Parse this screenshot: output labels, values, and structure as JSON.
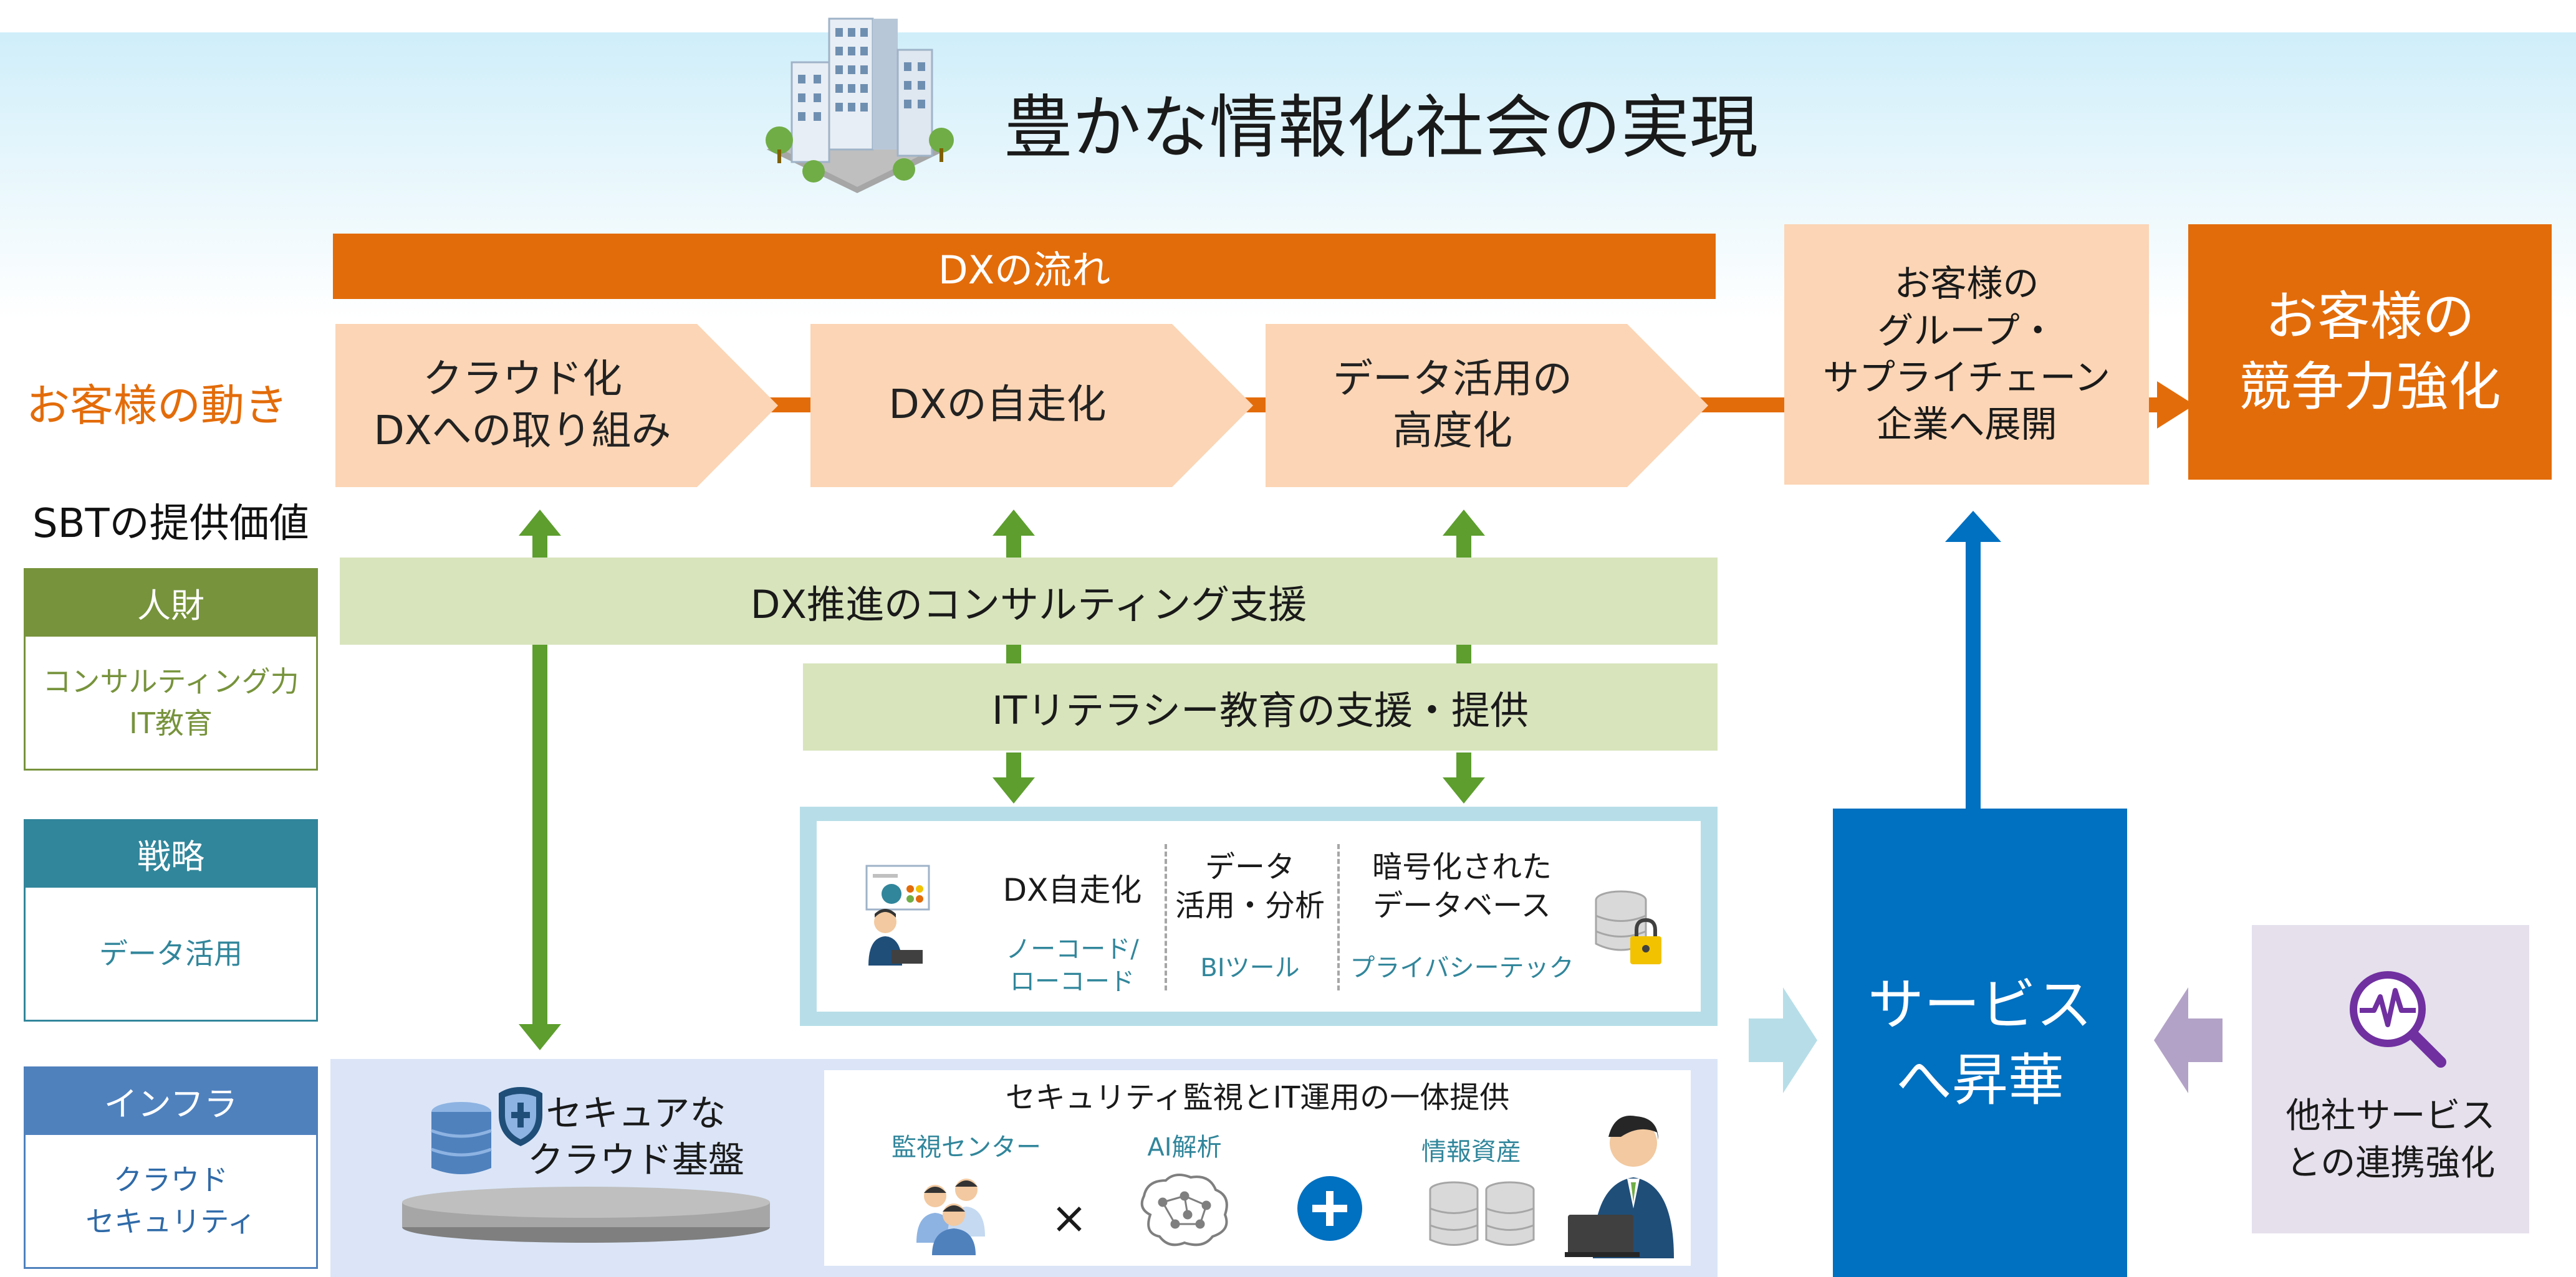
{
  "header": {
    "title": "豊かな情報化社会の実現"
  },
  "flow": {
    "bar_label": "DXの流れ",
    "customer_label": "お客様の動き",
    "steps": [
      {
        "line1": "クラウド化",
        "line2": "DXへの取り組み"
      },
      {
        "line1": "DXの自走化",
        "line2": ""
      },
      {
        "line1": "データ活用の",
        "line2": "高度化"
      }
    ],
    "group": {
      "line1": "お客様の",
      "line2": "グループ・",
      "line3": "サプライチェーン",
      "line4": "企業へ展開"
    },
    "result": {
      "line1": "お客様の",
      "line2": "競争力強化"
    }
  },
  "sbt": {
    "heading": "SBTの提供価値",
    "categories": [
      {
        "name": "人財",
        "line1": "コンサルティング力",
        "line2": "IT教育"
      },
      {
        "name": "戦略",
        "line1": "データ活用",
        "line2": ""
      },
      {
        "name": "インフラ",
        "line1": "クラウド",
        "line2": "セキュリティ"
      }
    ]
  },
  "support": {
    "consulting": "DX推進のコンサルティング支援",
    "literacy": "ITリテラシー教育の支援・提供"
  },
  "tools": {
    "dx": {
      "line1": "DX自走化",
      "sub1": "ノーコード/",
      "sub2": "ローコード"
    },
    "data": {
      "line1": "データ",
      "line2": "活用・分析",
      "sub": "BIツール"
    },
    "db": {
      "line1": "暗号化された",
      "line2": "データベース",
      "sub": "プライバシーテック"
    }
  },
  "infra": {
    "cloud": {
      "line1": "セキュアな",
      "line2": "クラウド基盤"
    },
    "ops_title": "セキュリティ監視とIT運用の一体提供",
    "monitor": "監視センター",
    "times": "×",
    "ai": "AI解析",
    "assets": "情報資産"
  },
  "service": {
    "line1": "サービス",
    "line2": "へ昇華"
  },
  "partner": {
    "line1": "他社サービス",
    "line2": "との連携強化"
  },
  "colors": {
    "orange": "#e36c0a",
    "peach": "#fbd5b5",
    "green_arrow": "#5d9e2e",
    "light_green": "#d8e4bc",
    "olive": "#77933c",
    "teal": "#31869b",
    "infra_blue": "#4f81bd",
    "service_blue": "#0070c0",
    "lavender": "#e5e0ec",
    "lavender_arrow": "#b3a2c7",
    "light_blue_panel": "#dbeef4"
  }
}
